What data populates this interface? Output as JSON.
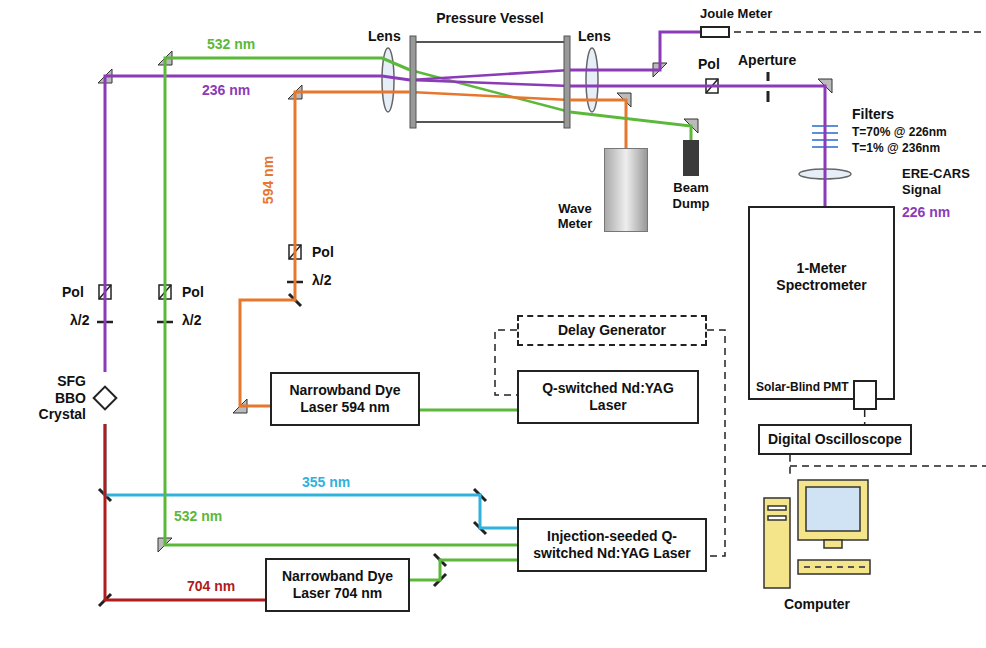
{
  "diagram": {
    "nodes": [
      {
        "text": [
          "Joule Meter"
        ]
      },
      {
        "text": [
          "Pressure Vessel"
        ]
      },
      {
        "text": [
          "Wave Meter"
        ]
      },
      {
        "text": [
          "Beam Dump"
        ]
      },
      {
        "text": [
          "1-Meter Spectrometer"
        ]
      },
      {
        "text": [
          "Solar-Blind PMT"
        ],
        "in": 4
      },
      {
        "text": [
          "Digital Oscilloscope"
        ]
      },
      {
        "text": [
          "Delay Generator"
        ]
      },
      {
        "text": [
          "Q-switched Nd:YAG Laser"
        ]
      },
      {
        "text": [
          "Narrowband Dye Laser 594 nm"
        ]
      },
      {
        "text": [
          "Injection-seeded Q-switched Nd:YAG Laser"
        ]
      },
      {
        "text": [
          "Narrowband Dye Laser 704 nm"
        ]
      },
      {
        "text": [
          "SFG BBO Crystal"
        ]
      },
      {
        "text": [
          "Computer"
        ]
      }
    ],
    "edges": [
      {
        "from": 8,
        "to": 9,
        "arrow": "none"
      },
      {
        "from": 10,
        "to": 11,
        "arrow": "none"
      },
      {
        "from": 10,
        "to": 12,
        "label": "355 nm",
        "arrow": "none"
      },
      {
        "from": 11,
        "to": 12,
        "label": "704 nm",
        "arrow": "none"
      },
      {
        "from": 12,
        "to": 1,
        "label": "236 nm",
        "arrow": "none"
      },
      {
        "from": 10,
        "to": 1,
        "label": "532 nm",
        "arrow": "none"
      },
      {
        "from": 9,
        "to": 1,
        "label": "594 nm",
        "arrow": "none"
      },
      {
        "from": 1,
        "to": 2,
        "arrow": "none"
      },
      {
        "from": 1,
        "to": 3,
        "arrow": "none"
      },
      {
        "from": 1,
        "to": 0,
        "arrow": "none"
      },
      {
        "from": 1,
        "to": 4,
        "arrow": "none"
      },
      {
        "from": 7,
        "to": 8,
        "arrow": "none"
      },
      {
        "from": 7,
        "to": 10,
        "arrow": "none"
      },
      {
        "from": 5,
        "to": 6,
        "arrow": "none"
      },
      {
        "from": 6,
        "to": 13,
        "arrow": "none"
      }
    ],
    "labels": [
      "Lens",
      "Lens",
      "532 nm",
      "Pol",
      "λ/2",
      "Pol",
      "λ/2",
      "Pol",
      "λ/2",
      "Pol",
      "Aperture",
      "Filters",
      "T=70% @ 226nm",
      "T=1% @ 236nm",
      "ERE-CARS Signal",
      "226 nm"
    ]
  }
}
